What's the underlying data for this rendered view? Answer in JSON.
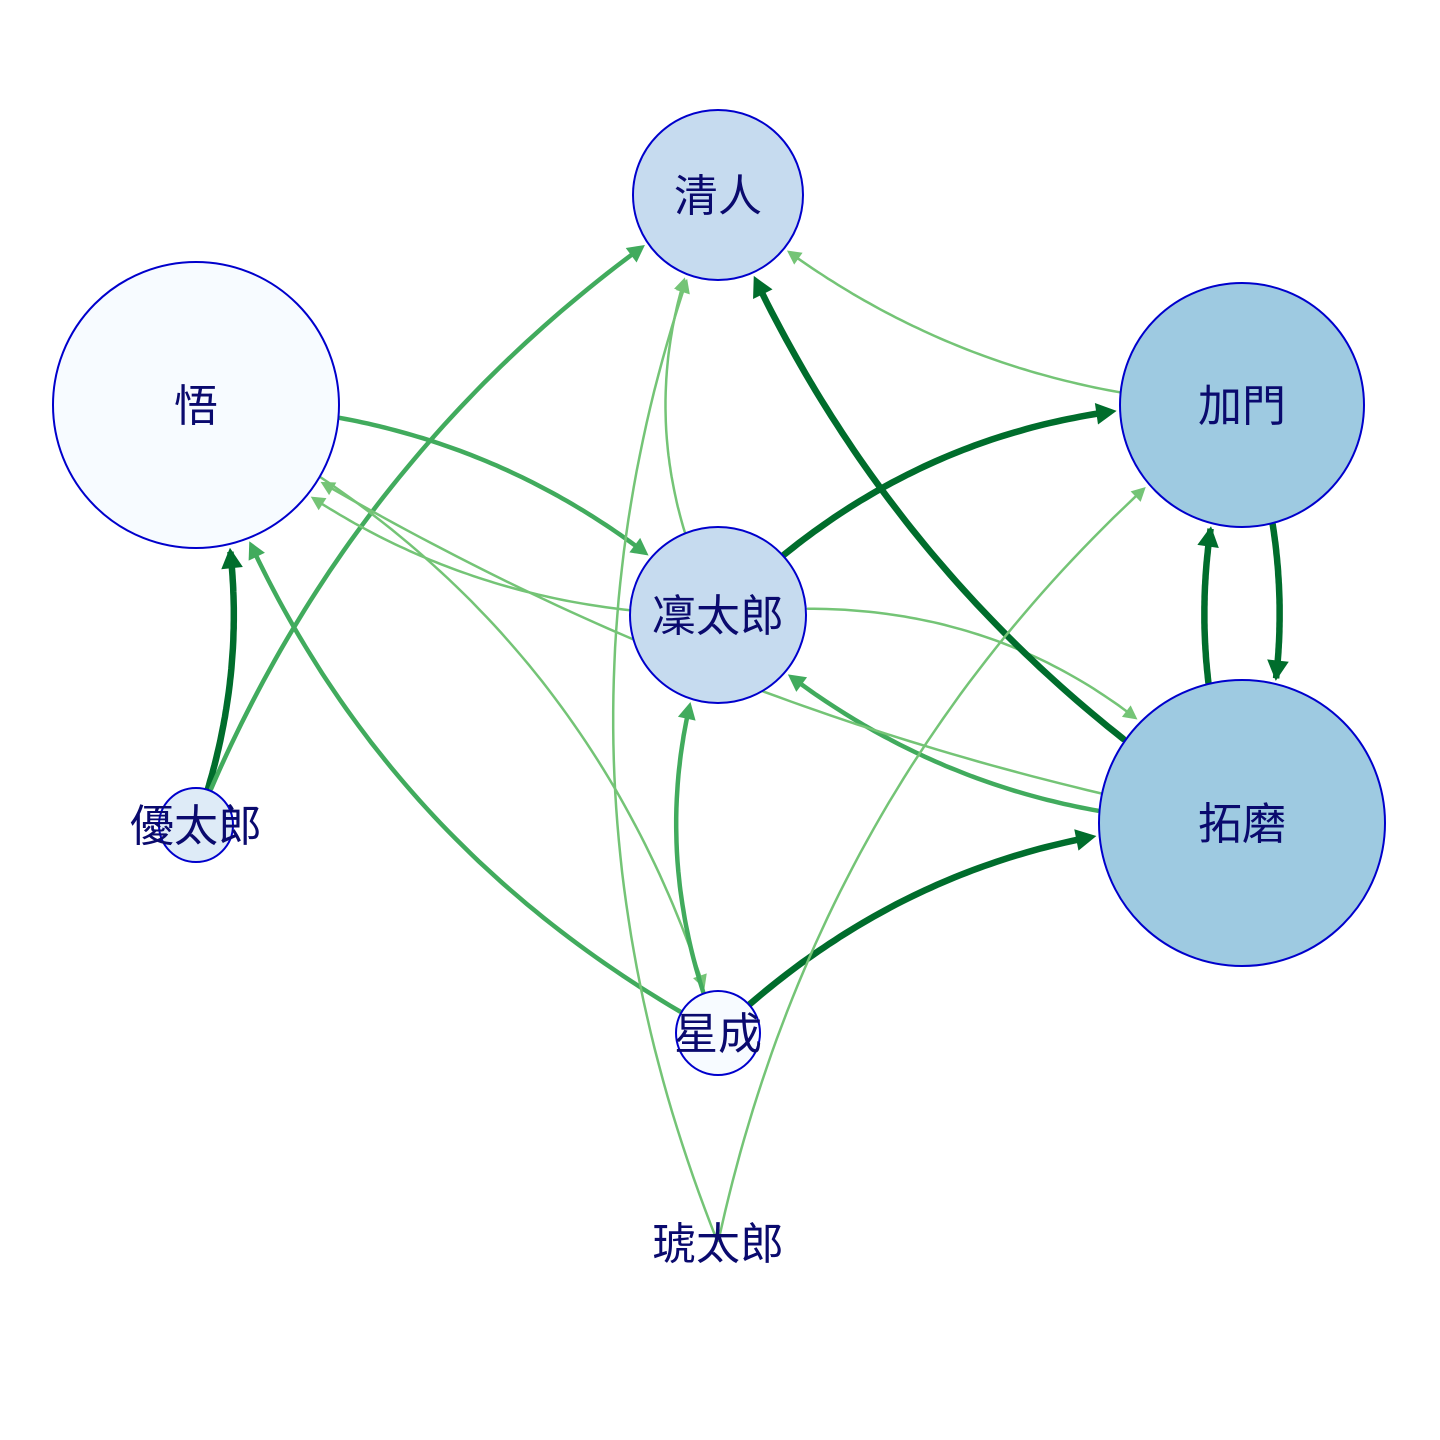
{
  "diagram": {
    "type": "directed-network-graph",
    "nodes": [
      {
        "id": "kiyoto",
        "label": "清人",
        "fill": "#c6dbef"
      },
      {
        "id": "satoru",
        "label": "悟",
        "fill": "#f7fbff"
      },
      {
        "id": "kado",
        "label": "加門",
        "fill": "#9ecae1"
      },
      {
        "id": "rintaro",
        "label": "凜太郎",
        "fill": "#c6dbef"
      },
      {
        "id": "takuma",
        "label": "拓磨",
        "fill": "#9ecae1"
      },
      {
        "id": "yutaro",
        "label": "優太郎",
        "fill": "#deebf7"
      },
      {
        "id": "seisei",
        "label": "星成",
        "fill": "#f7fbff"
      },
      {
        "id": "kotaro",
        "label": "琥太郎",
        "fill": "none"
      }
    ],
    "edges": [
      {
        "from": "yutaro",
        "to": "satoru",
        "weight": 3
      },
      {
        "from": "yutaro",
        "to": "kiyoto",
        "weight": 2
      },
      {
        "from": "rintaro",
        "to": "kado",
        "weight": 3
      },
      {
        "from": "rintaro",
        "to": "kiyoto",
        "weight": 1
      },
      {
        "from": "rintaro",
        "to": "satoru",
        "weight": 1
      },
      {
        "from": "rintaro",
        "to": "takuma",
        "weight": 1
      },
      {
        "from": "satoru",
        "to": "rintaro",
        "weight": 2
      },
      {
        "from": "satoru",
        "to": "seisei",
        "weight": 1
      },
      {
        "from": "takuma",
        "to": "kiyoto",
        "weight": 3
      },
      {
        "from": "takuma",
        "to": "kado",
        "weight": 3
      },
      {
        "from": "takuma",
        "to": "rintaro",
        "weight": 2
      },
      {
        "from": "takuma",
        "to": "satoru",
        "weight": 1
      },
      {
        "from": "kado",
        "to": "takuma",
        "weight": 3
      },
      {
        "from": "kado",
        "to": "kiyoto",
        "weight": 1
      },
      {
        "from": "seisei",
        "to": "takuma",
        "weight": 3
      },
      {
        "from": "seisei",
        "to": "rintaro",
        "weight": 2
      },
      {
        "from": "seisei",
        "to": "satoru",
        "weight": 2
      },
      {
        "from": "kotaro",
        "to": "kiyoto",
        "weight": 1
      },
      {
        "from": "kotaro",
        "to": "kado",
        "weight": 1
      }
    ],
    "edge_colors": {
      "1": "#74c476",
      "2": "#41ab5d",
      "3": "#006d2c"
    },
    "node_stroke_color": "#0000cc",
    "label_color": "#0a0a6e"
  }
}
